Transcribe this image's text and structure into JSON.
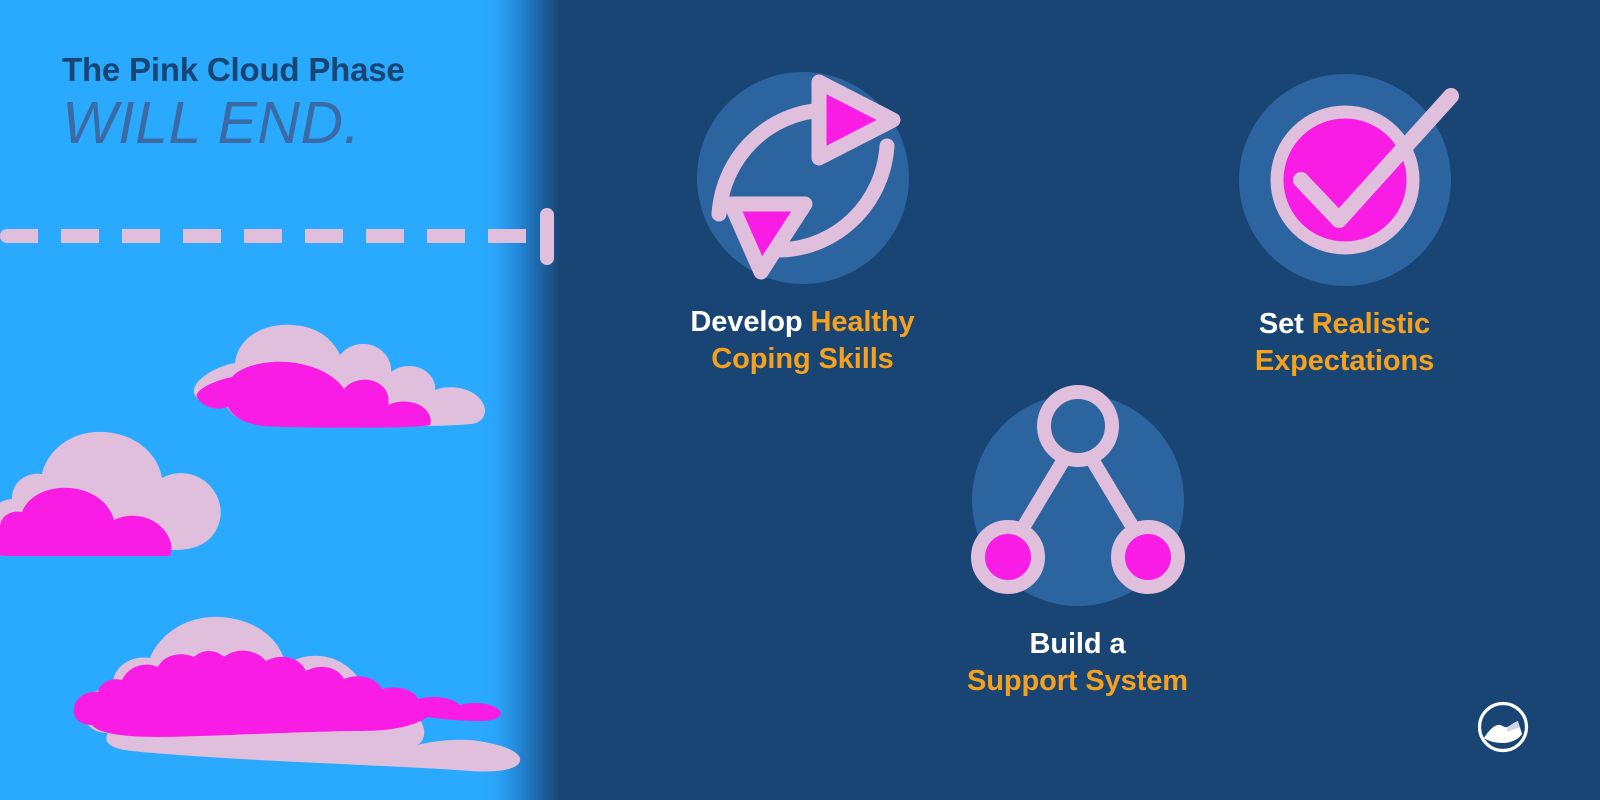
{
  "headline": {
    "line1": "The Pink Cloud Phase",
    "line2": "WILL END."
  },
  "cards": [
    {
      "id": "coping",
      "icon": "refresh-cycle-icon",
      "caption_white": "Develop ",
      "caption_accent_line1": "Healthy",
      "caption_accent_line2": "Coping Skills"
    },
    {
      "id": "expectations",
      "icon": "check-circle-icon",
      "caption_white": "Set ",
      "caption_accent_line1": "Realistic",
      "caption_accent_line2": "Expectations"
    },
    {
      "id": "support",
      "icon": "network-nodes-icon",
      "caption_white": "Build a",
      "caption_accent_line1": "",
      "caption_accent_line2": "Support System"
    }
  ],
  "logo": {
    "name": "mountain-circle-logo"
  },
  "colors": {
    "sky_blue": "#29aaff",
    "navy": "#194575",
    "headline_dark": "#194575",
    "headline_muted": "#3a6ba5",
    "icon_disc": "#2b649e",
    "pink_light": "#e0bfdd",
    "magenta": "#f81ce5",
    "accent_orange": "#f5a11e",
    "white": "#ffffff"
  }
}
